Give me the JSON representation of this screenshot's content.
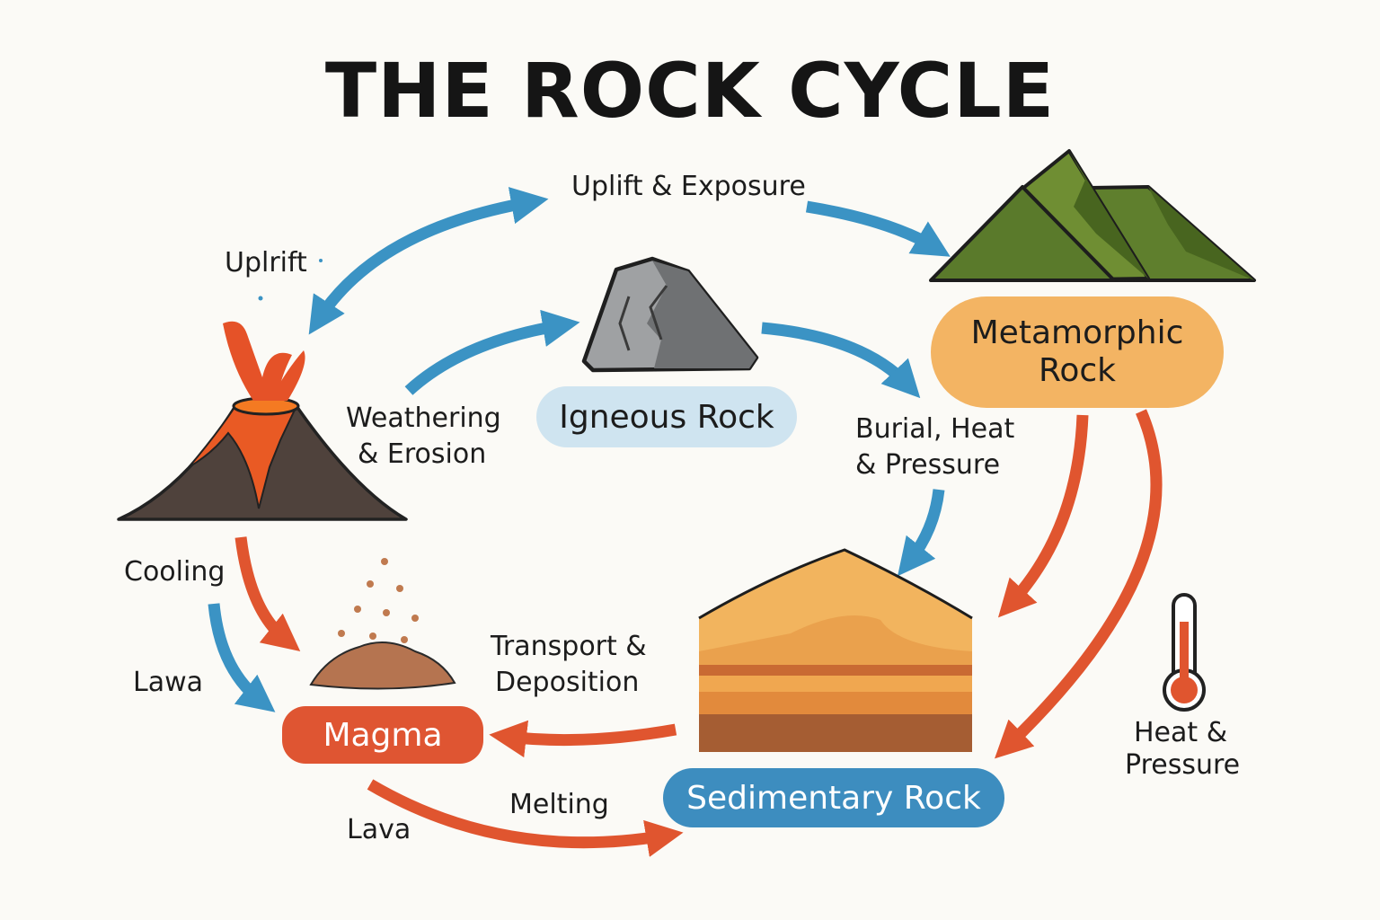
{
  "title": "THE ROCK CYCLE",
  "nodes": {
    "igneous": "Igneous Rock",
    "metamorphic_line1": "Metamorphic",
    "metamorphic_line2": "Rock",
    "magma": "Magma",
    "sedimentary": "Sedimentary Rock"
  },
  "labels": {
    "uplift_exposure": "Uplift & Exposure",
    "uplrift": "Uplrift",
    "weathering_line1": "Weathering",
    "weathering_line2": "& Erosion",
    "burial_line1": "Burial, Heat",
    "burial_line2": "& Pressure",
    "cooling": "Cooling",
    "lawa": "Lawa",
    "transport_line1": "Transport &",
    "transport_line2": "Deposition",
    "melting": "Melting",
    "lava": "Lava",
    "heat_line1": "Heat &",
    "heat_line2": "Pressure"
  },
  "colors": {
    "blue_arrow": "#3b93c4",
    "red_arrow": "#e0552f",
    "igneous_pill": "#cfe4f0",
    "metamorphic_pill": "#f3b463",
    "magma_pill": "#df5532",
    "sedimentary_pill": "#3d8dbf"
  }
}
